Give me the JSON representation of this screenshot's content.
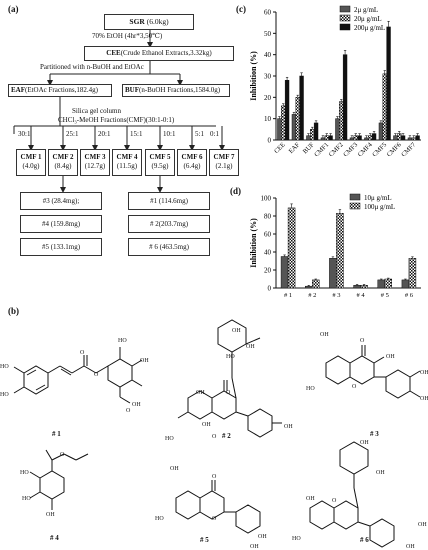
{
  "panel_labels": {
    "a": "(a)",
    "b": "(b)",
    "c": "(c)",
    "d": "(d)"
  },
  "flow": {
    "sgr": {
      "name": "SGR",
      "rest": "(6.0kg)"
    },
    "step1": "70% EtOH (4hr*3,50℃)",
    "cee": {
      "name": "CEE",
      "rest": "(Crude Ethanol Extracts,3.32kg)"
    },
    "step2": "Partitioned with n-BuOH and EtOAc",
    "eaf": {
      "name": "EAF",
      "rest": "(EtOAc Fractions,182.4g)"
    },
    "buf": {
      "name": "BUF",
      "rest": "(n-BuOH Fractions,1584.0g)"
    },
    "step3a": "Silica gel column",
    "step3b": "CHCl₃-MeOH Fractions(CMF)(30:1-0:1)",
    "ratios": [
      "30:1",
      "25:1",
      "20:1",
      "15:1",
      "10:1",
      "5:1",
      "0:1"
    ],
    "cmf": [
      {
        "name": "CMF 1",
        "mass": "(4.0g)"
      },
      {
        "name": "CMF 2",
        "mass": "(8.4g)"
      },
      {
        "name": "CMF 3",
        "mass": "(12.7g)"
      },
      {
        "name": "CMF 4",
        "mass": "(11.5g)"
      },
      {
        "name": "CMF 5",
        "mass": "(9.5g)"
      },
      {
        "name": "CMF 6",
        "mass": "(6.4g)"
      },
      {
        "name": "CMF 7",
        "mass": "(2.1g)"
      }
    ],
    "compounds_left": [
      "#3 (28.4mg);",
      "#4 (159.8mg)",
      "#5 (133.1mg)"
    ],
    "compounds_right": [
      "#1 (114.6mg)",
      "# 2(203.7mg)",
      "# 6 (463.5mg)"
    ]
  },
  "structure_labels": [
    "# 1",
    "# 2",
    "# 3",
    "# 4",
    "# 5",
    "# 6"
  ],
  "chart_data": [
    {
      "type": "bar",
      "panel": "c",
      "ylabel": "Inhibition (%)",
      "ylim": [
        0,
        60
      ],
      "yticks": [
        0,
        10,
        20,
        30,
        40,
        50,
        60
      ],
      "categories": [
        "CEE",
        "EAF",
        "BUF",
        "CMF1",
        "CMF2",
        "CMF3",
        "CMF4",
        "CMF5",
        "CMF6",
        "CMF7"
      ],
      "legend_position": "top-right",
      "series": [
        {
          "name": "2μ g/mL",
          "values": [
            10,
            12,
            2,
            1,
            10,
            1,
            1,
            8,
            2,
            1
          ],
          "pattern": "solid-dark"
        },
        {
          "name": "20μ g/mL",
          "values": [
            16,
            20,
            5,
            2,
            18,
            2,
            2,
            31,
            3,
            1
          ],
          "pattern": "checker"
        },
        {
          "name": "200μ g/mL",
          "values": [
            28,
            30,
            8,
            2,
            40,
            2,
            3,
            53,
            2,
            2
          ],
          "pattern": "solid-black"
        }
      ]
    },
    {
      "type": "bar",
      "panel": "d",
      "ylabel": "Inhibition (%)",
      "ylim": [
        0,
        100
      ],
      "yticks": [
        0,
        20,
        40,
        60,
        80,
        100
      ],
      "categories": [
        "# 1",
        "# 2",
        "# 3",
        "# 4",
        "# 5",
        "# 6"
      ],
      "legend_position": "top-right",
      "series": [
        {
          "name": "10μ g/mL",
          "values": [
            35,
            2,
            33,
            3,
            9,
            9
          ],
          "pattern": "solid-dark"
        },
        {
          "name": "100μ g/mL",
          "values": [
            89,
            9,
            83,
            3,
            10,
            33
          ],
          "pattern": "checker"
        }
      ]
    }
  ]
}
